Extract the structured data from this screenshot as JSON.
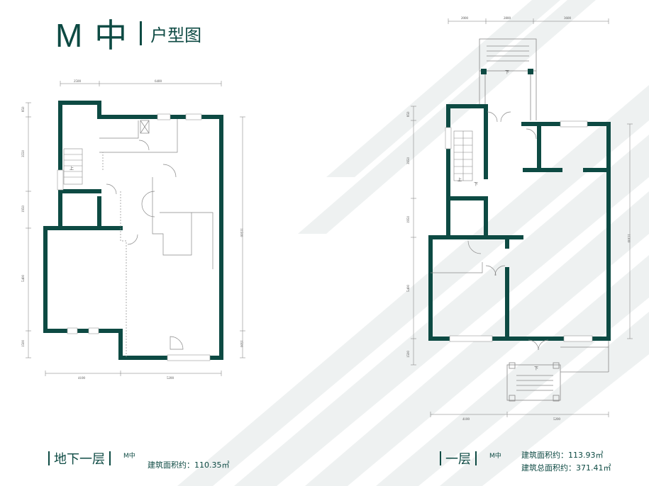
{
  "header": {
    "model": "M 中",
    "subtitle": "户型图"
  },
  "basement": {
    "label": "地下一层",
    "type": "M中",
    "area_text": "建筑面积约：110.35㎡",
    "dims_top": [
      "2500",
      "6400"
    ],
    "dims_bottom": [
      "4100",
      "5200"
    ],
    "dims_left": [
      "850",
      "3550",
      "1950",
      "5400",
      "1500"
    ],
    "dims_right": [
      "11500",
      "1500"
    ],
    "stair_text": "上"
  },
  "ground": {
    "label": "一层",
    "type": "M中",
    "area_text": "建筑面积约：113.93㎡",
    "total_area_text": "建筑总面积约：371.41㎡",
    "dims_top": [
      "2000",
      "2800",
      "3600"
    ],
    "dims_bottom": [
      "4100",
      "5200"
    ],
    "dims_left": [
      "850",
      "3950",
      "1950",
      "5400",
      "1500"
    ],
    "dims_right": [
      "11300"
    ],
    "stair_up": "上",
    "stair_down": "下",
    "porch_down": "下"
  },
  "colors": {
    "wall": "#0d4a43",
    "stripe": "#eef1f1"
  }
}
